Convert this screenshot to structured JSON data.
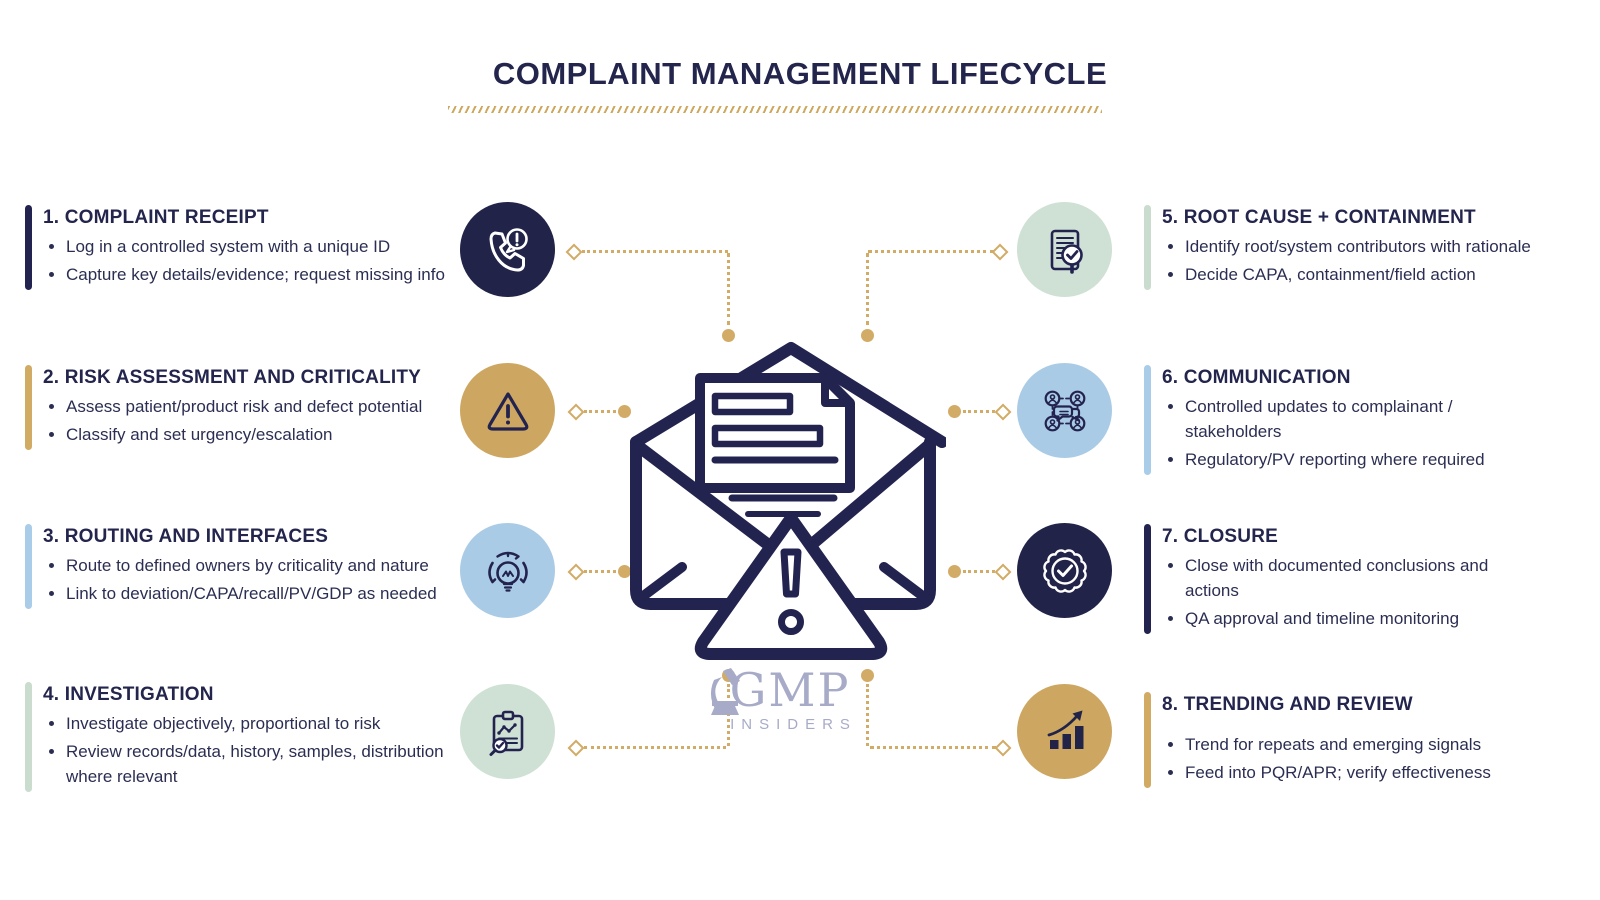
{
  "title": "COMPLAINT MANAGEMENT LIFECYCLE",
  "brand": {
    "name": "GMP",
    "sub": "INSIDERS"
  },
  "palette": {
    "navy": "#232350",
    "gold": "#d1ab63",
    "light_blue": "#a9cde9",
    "sage_green": "#c9dccd",
    "connector_gold": "#d2ab66",
    "logo_gray": "#a7abc8",
    "icon_circle_navy": "#212349",
    "icon_circle_gold": "#cda761",
    "icon_circle_blue": "#aacbe6",
    "icon_circle_sage": "#cfe0d4"
  },
  "center_icon": "open-envelope-complaint-alert-icon",
  "sections": [
    {
      "title": "1. COMPLAINT RECEIPT",
      "accent": "#232350",
      "icon": "phone-alert-icon",
      "bullets": [
        "Log in a controlled system with a unique ID",
        "Capture key details/evidence; request missing info"
      ]
    },
    {
      "title": "2. RISK ASSESSMENT AND CRITICALITY",
      "accent": "#d1ab63",
      "icon": "warning-triangle-icon",
      "bullets": [
        "Assess patient/product risk and defect potential",
        "Classify and set urgency/escalation"
      ]
    },
    {
      "title": "3. ROUTING AND INTERFACES",
      "accent": "#a9cde9",
      "icon": "idea-lightbulb-icon",
      "bullets": [
        "Route to defined owners by criticality and nature",
        "Link to deviation/CAPA/recall/PV/GDP as needed"
      ]
    },
    {
      "title": "4. INVESTIGATION",
      "accent": "#c9dccd",
      "icon": "clipboard-chart-magnifier-icon",
      "bullets": [
        "Investigate objectively, proportional to risk",
        "Review records/data, history, samples, distribution where relevant"
      ]
    },
    {
      "title": "5. ROOT CAUSE + CONTAINMENT",
      "accent": "#c9dccd",
      "icon": "document-magnifier-check-icon",
      "bullets": [
        "Identify root/system contributors with rationale",
        "Decide CAPA, containment/field action"
      ]
    },
    {
      "title": "6. COMMUNICATION",
      "accent": "#a9cde9",
      "icon": "stakeholder-network-chat-icon",
      "bullets": [
        "Controlled updates to complainant / stakeholders",
        "Regulatory/PV reporting where required"
      ]
    },
    {
      "title": "7. CLOSURE",
      "accent": "#232350",
      "icon": "approval-badge-check-icon",
      "bullets": [
        "Close with documented conclusions and actions",
        "QA approval and timeline monitoring"
      ]
    },
    {
      "title": "8. TRENDING AND REVIEW",
      "accent": "#d1ab63",
      "icon": "trending-bar-chart-icon",
      "bullets": [
        "Trend for repeats and emerging signals",
        "Feed into PQR/APR; verify effectiveness"
      ]
    }
  ]
}
